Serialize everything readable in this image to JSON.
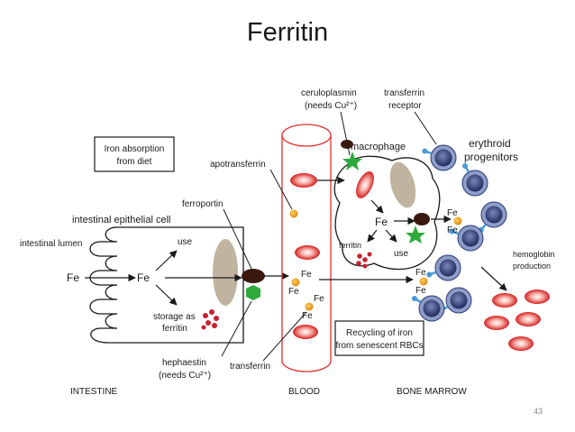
{
  "title": "Ferritin",
  "page_number": "43",
  "boxes": {
    "absorption": [
      "Iron absorption",
      "from diet"
    ],
    "recycling": [
      "Recycling of iron",
      "from senescent RBCs"
    ]
  },
  "labels": {
    "ceruloplasmin": [
      "ceruloplasmin",
      "(needs Cu²⁺)"
    ],
    "transferrin_receptor": [
      "transferrin",
      "receptor"
    ],
    "macrophage": "macrophage",
    "erythroid": [
      "erythroid",
      "progenitors"
    ],
    "apotransferrin": "apotransferrin",
    "ferroportin": "ferroportin",
    "epithelial_cell": "intestinal epithelial cell",
    "intestinal_lumen": "intestinal lumen",
    "use": "use",
    "storage": [
      "storage as",
      "ferritin"
    ],
    "hephaestin": [
      "hephaestin",
      "(needs Cu²⁺)"
    ],
    "transferrin": "transferrin",
    "macro_ferritin": "ferritin",
    "macro_use": "use",
    "hemoglobin": [
      "hemoglobin",
      "production"
    ],
    "fe": "Fe"
  },
  "sections": {
    "intestine": "INTESTINE",
    "blood": "BLOOD",
    "bone_marrow": "BONE MARROW"
  },
  "colors": {
    "rbc": "#d42020",
    "ferroportin": "#3a1a10",
    "hephaestin": "#2eaa3c",
    "iron": "#f2a818",
    "progenitor": "#2a3a7a",
    "receptor": "#4a9ad8"
  }
}
